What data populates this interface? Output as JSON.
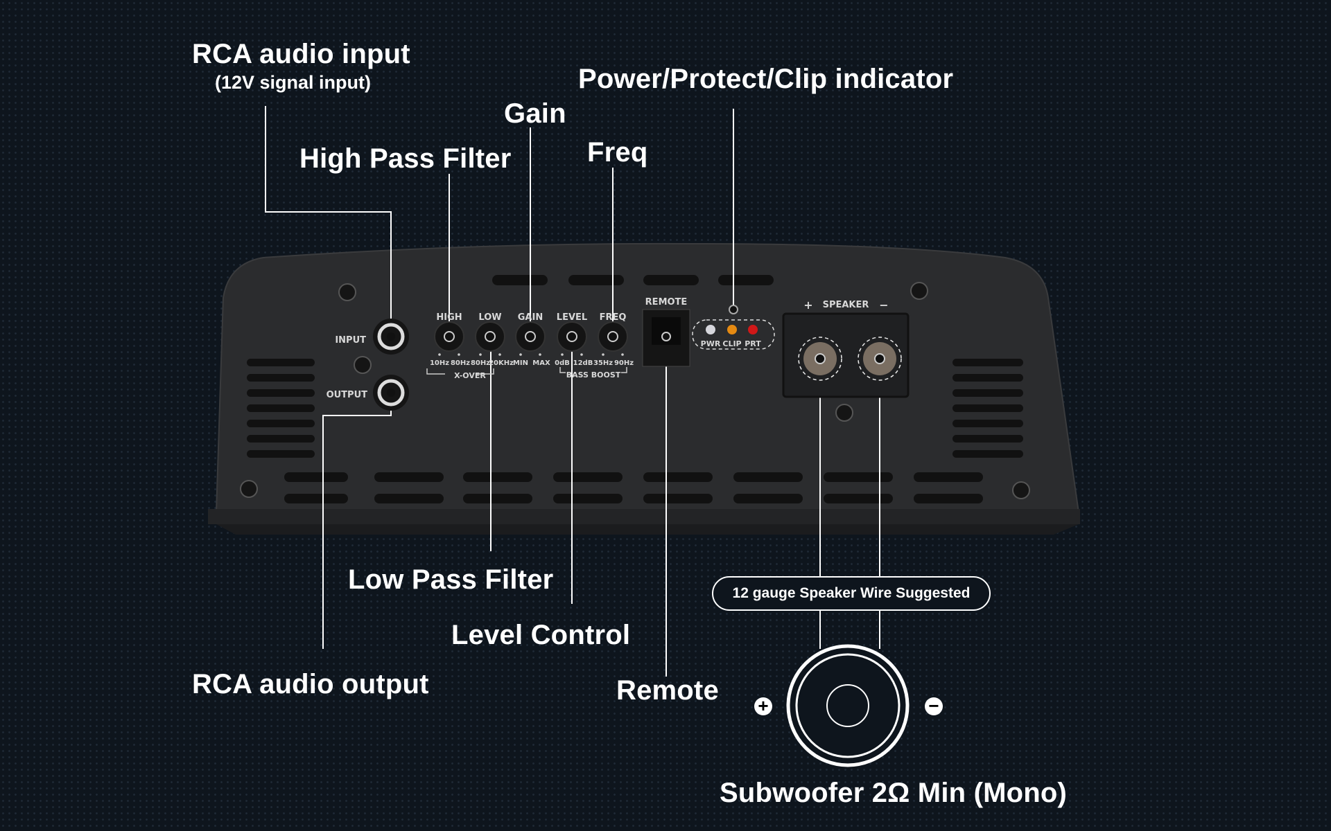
{
  "callouts": {
    "rca_input": "RCA audio input",
    "rca_input_sub": "(12V signal input)",
    "high_pass": "High Pass Filter",
    "gain": "Gain",
    "freq": "Freq",
    "indicator": "Power/Protect/Clip indicator",
    "low_pass": "Low Pass Filter",
    "level": "Level Control",
    "rca_output": "RCA audio output",
    "remote": "Remote",
    "wire_note": "12 gauge Speaker Wire Suggested",
    "subwoofer": "Subwoofer 2Ω Min (Mono)",
    "plus": "+",
    "minus": "−"
  },
  "panel": {
    "input": "INPUT",
    "output": "OUTPUT",
    "knobs": [
      {
        "label": "HIGH",
        "min": "10Hz",
        "max": "80Hz"
      },
      {
        "label": "LOW",
        "min": "80Hz",
        "max": "20KHz"
      },
      {
        "label": "GAIN",
        "min": "MIN",
        "max": "MAX"
      },
      {
        "label": "LEVEL",
        "min": "0dB",
        "max": "12dB"
      },
      {
        "label": "FREQ",
        "min": "35Hz",
        "max": "90Hz"
      }
    ],
    "xover": "X-OVER",
    "bass_boost": "BASS BOOST",
    "remote": "REMOTE",
    "leds": [
      {
        "label": "PWR",
        "color": "#d6d6dc"
      },
      {
        "label": "CLIP",
        "color": "#e58a12"
      },
      {
        "label": "PRT",
        "color": "#d01818"
      }
    ],
    "speaker": "SPEAKER",
    "speaker_plus": "+",
    "speaker_minus": "−"
  }
}
